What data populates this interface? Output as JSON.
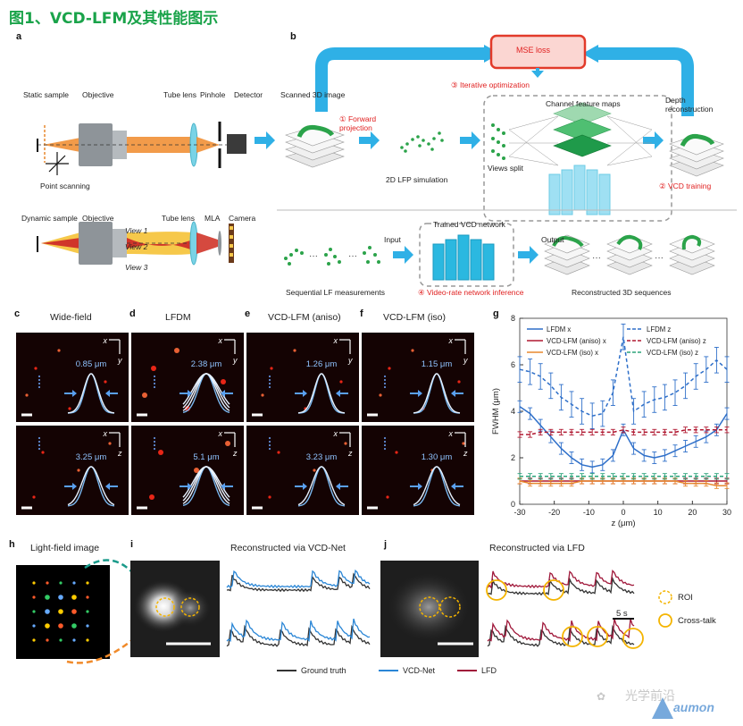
{
  "figure_title": "图1、VCD-LFM及其性能图示",
  "panel_a": {
    "letter": "a",
    "top_labels": [
      "Static sample",
      "Objective",
      "Tube lens",
      "Pinhole",
      "Detector"
    ],
    "point_scanning": "Point scanning",
    "bottom_labels": [
      "Dynamic sample",
      "Objective",
      "Tube lens",
      "MLA",
      "Camera"
    ],
    "views": [
      "View 1",
      "View 2",
      "View 3"
    ]
  },
  "panel_b": {
    "letter": "b",
    "mse_loss": "MSE loss",
    "iterative": "③ Iterative optimization",
    "scanned": "Scanned 3D image",
    "forward": "① Forward\nprojection",
    "lfp_sim": "2D LFP simulation",
    "channel_maps": "Channel feature maps",
    "views_split": "Views split",
    "depth_recon": "Depth\nreconstruction",
    "vcd_training": "② VCD training",
    "trained_net": "Trained VCD network",
    "input": "Input",
    "output": "Output",
    "sequential": "Sequential LF measurements",
    "video_rate": "④ Video-rate network inference",
    "reconstructed_seq": "Reconstructed 3D sequences"
  },
  "microscopy": {
    "panels": [
      {
        "letter": "c",
        "title": "Wide-field",
        "top_val": "0.85 μm",
        "bot_val": "3.25 μm"
      },
      {
        "letter": "d",
        "title": "LFDM",
        "top_val": "2.38 μm",
        "bot_val": "5.1 μm"
      },
      {
        "letter": "e",
        "title": "VCD-LFM (aniso)",
        "top_val": "1.26 μm",
        "bot_val": "3.23 μm"
      },
      {
        "letter": "f",
        "title": "VCD-LFM (iso)",
        "top_val": "1.15 μm",
        "bot_val": "1.30 μm"
      }
    ],
    "axis_x": "x",
    "axis_y": "y",
    "axis_z": "z"
  },
  "panel_g": {
    "letter": "g"
  },
  "chart_data": {
    "type": "line",
    "xlabel": "z (μm)",
    "ylabel": "FWHM (μm)",
    "xlim": [
      -30,
      30
    ],
    "ylim": [
      0,
      8
    ],
    "xticks": [
      -30,
      -20,
      -10,
      0,
      10,
      20,
      30
    ],
    "yticks": [
      0,
      2,
      4,
      6,
      8
    ],
    "x": [
      -30,
      -27,
      -24,
      -21,
      -18,
      -15,
      -12,
      -9,
      -6,
      -3,
      0,
      3,
      6,
      9,
      12,
      15,
      18,
      21,
      24,
      27,
      30
    ],
    "series": [
      {
        "name": "LFDM x",
        "color": "#2e6fc9",
        "dash": false,
        "values": [
          4.2,
          3.9,
          3.4,
          2.9,
          2.4,
          2.0,
          1.7,
          1.6,
          1.7,
          2.1,
          3.2,
          2.4,
          2.1,
          2.0,
          2.1,
          2.3,
          2.5,
          2.7,
          2.9,
          3.2,
          3.9
        ]
      },
      {
        "name": "LFDM z",
        "color": "#2e6fc9",
        "dash": true,
        "values": [
          5.8,
          5.7,
          5.5,
          5.1,
          4.6,
          4.3,
          4.0,
          3.8,
          3.9,
          4.8,
          7.2,
          4.0,
          4.3,
          4.5,
          4.6,
          4.8,
          5.1,
          5.5,
          5.8,
          6.2,
          5.8
        ]
      },
      {
        "name": "VCD-LFM (aniso) x",
        "color": "#b01830",
        "dash": false,
        "values": [
          1.0,
          1.0,
          1.0,
          1.0,
          1.0,
          1.0,
          1.0,
          1.0,
          1.0,
          1.0,
          1.0,
          1.0,
          1.0,
          1.0,
          1.0,
          1.0,
          1.0,
          1.0,
          1.0,
          1.0,
          1.0
        ]
      },
      {
        "name": "VCD-LFM (aniso) z",
        "color": "#b01830",
        "dash": true,
        "values": [
          3.0,
          3.0,
          3.1,
          3.1,
          3.1,
          3.1,
          3.1,
          3.1,
          3.1,
          3.1,
          3.2,
          3.1,
          3.1,
          3.1,
          3.1,
          3.1,
          3.2,
          3.2,
          3.2,
          3.2,
          3.2
        ]
      },
      {
        "name": "VCD-LFM (iso) x",
        "color": "#e8892e",
        "dash": false,
        "values": [
          1.0,
          0.9,
          0.9,
          0.9,
          0.9,
          0.9,
          1.0,
          1.0,
          1.0,
          1.0,
          1.0,
          1.0,
          1.0,
          1.0,
          1.0,
          1.0,
          0.9,
          0.9,
          0.9,
          0.8,
          0.8
        ]
      },
      {
        "name": "VCD-LFM (iso) z",
        "color": "#2ba37a",
        "dash": true,
        "values": [
          1.2,
          1.2,
          1.2,
          1.2,
          1.2,
          1.2,
          1.2,
          1.2,
          1.2,
          1.2,
          1.2,
          1.2,
          1.2,
          1.2,
          1.2,
          1.2,
          1.2,
          1.2,
          1.2,
          1.2,
          1.2
        ]
      }
    ],
    "legend_placement": "top",
    "grid": false
  },
  "panel_h": {
    "letter": "h",
    "title": "Light-field image"
  },
  "panel_i": {
    "letter": "i",
    "title": "Reconstructed via VCD-Net"
  },
  "panel_j": {
    "letter": "j",
    "title": "Reconstructed via LFD"
  },
  "legend_ij": {
    "roi": "ROI",
    "crosstalk": "Cross-talk",
    "scale": "5 s"
  },
  "bottom_legend": {
    "gt": "Ground truth",
    "vcd": "VCD-Net",
    "lfd": "LFD"
  },
  "watermark": {
    "text": "光学前沿"
  }
}
